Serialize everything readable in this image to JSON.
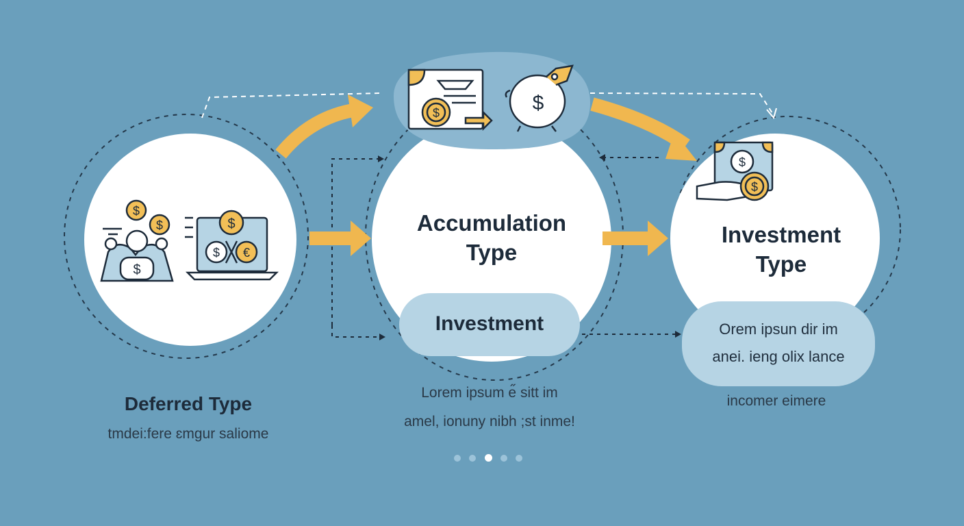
{
  "stages": [
    {
      "title": "Deferred Type",
      "caption": "tmdei:fere ɛmgur saliome"
    },
    {
      "title_line1": "Accumulation",
      "title_line2": "Type",
      "pill_label": "Investment",
      "caption_line1": "Lorem ipsum e̋ sitt im",
      "caption_line2": "amel, ionuny nibh ;st inme!"
    },
    {
      "title_line1": "Investment",
      "title_line2": "Type",
      "pill_line1": "Orem ipsun dir im",
      "pill_line2": "anei. ieng olix lance",
      "caption": "incomer eimere"
    }
  ],
  "pagination": {
    "count": 5,
    "active_index": 2
  },
  "icons": [
    "coins-people-icon",
    "currency-exchange-laptop-icon",
    "document-coin-icon",
    "piggy-bank-icon",
    "hand-money-icon"
  ],
  "colors": {
    "background": "#6a9fbc",
    "circle": "#ffffff",
    "pill": "#b6d4e4",
    "arrow": "#f0b74f",
    "coin": "#f2bf57",
    "ink": "#1d2b3a"
  }
}
